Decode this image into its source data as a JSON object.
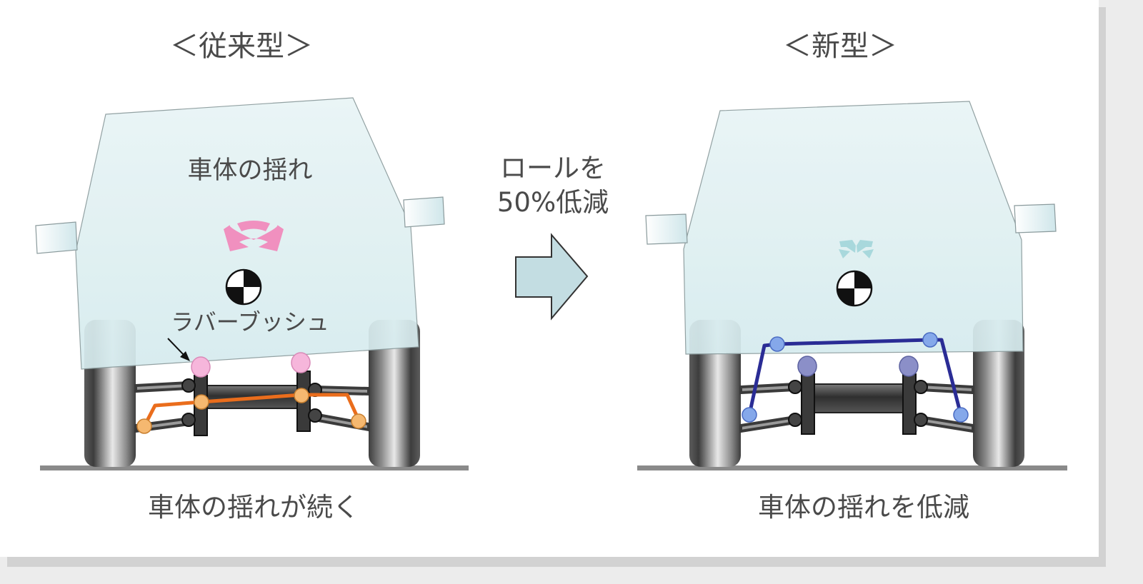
{
  "panels": {
    "conventional": {
      "title": "＜従来型＞",
      "roll_label": "車体の揺れ",
      "bush_label": "ラバーブッシュ",
      "caption": "車体の揺れが続く"
    },
    "new": {
      "title": "＜新型＞",
      "caption": "車体の揺れを低減"
    }
  },
  "center": {
    "line1": "ロールを",
    "line2": "50%低減"
  },
  "colors": {
    "body_fill": "#dff0f3",
    "roll_arrow_conventional": "#f090bf",
    "roll_arrow_new": "#a8d8dc",
    "stabilizer_conventional": "#ea6d1c",
    "joint_conventional": "#f5b870",
    "bush_conventional": "#f6b6db",
    "stabilizer_new": "#2a2c95",
    "joint_new": "#85a8ea",
    "bush_new": "#8b8fc8",
    "center_arrow": "#c3dde2"
  },
  "icons": [
    "center-of-gravity-icon",
    "roll-arrow-icon",
    "right-arrow-icon"
  ]
}
